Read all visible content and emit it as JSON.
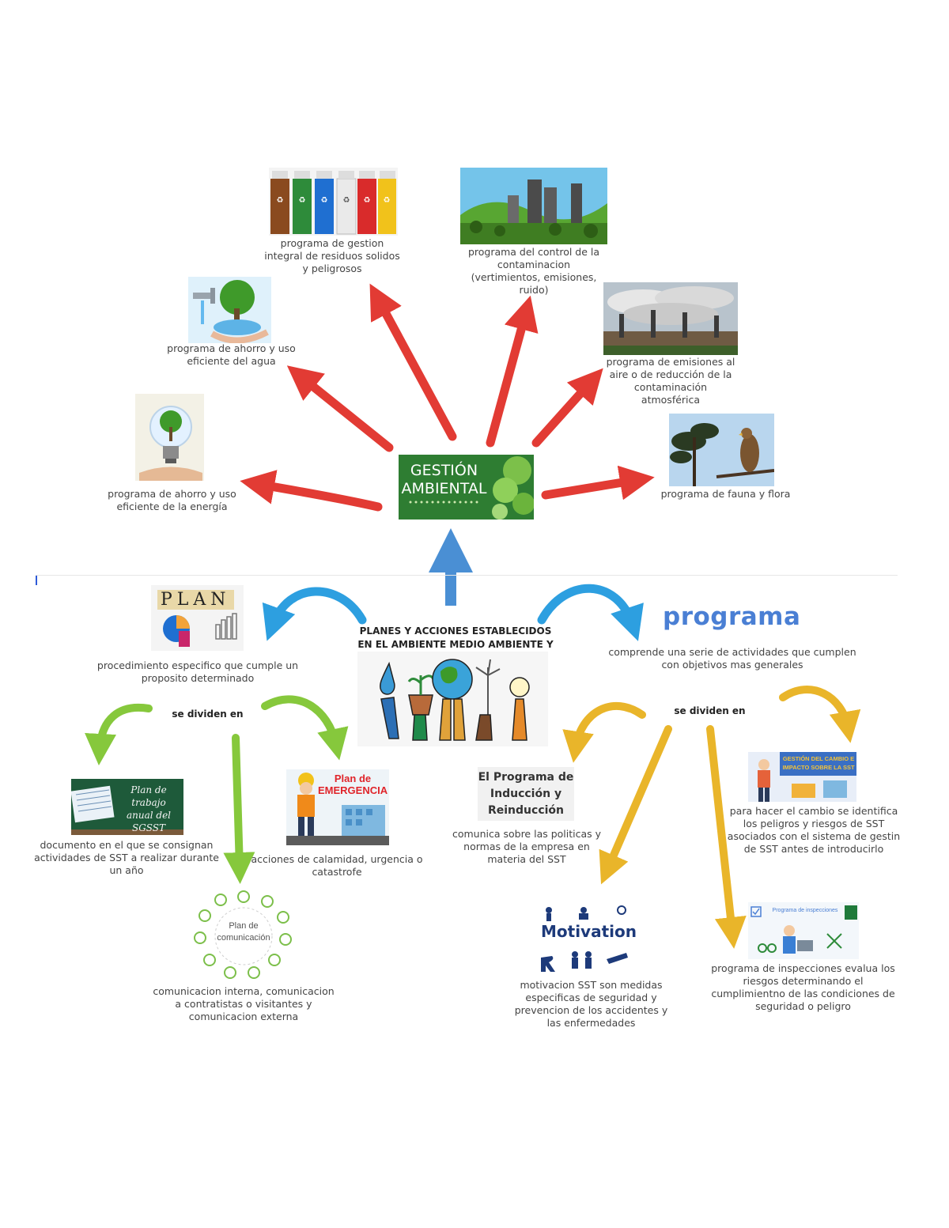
{
  "center_title": "GESTIÓN AMBIENTAL",
  "main_title": "PLANES Y ACCIONES ESTABLECIDOS EN EL AMBIENTE MEDIO AMBIENTE Y SST",
  "top_programs": {
    "residuos": "programa de gestion integral de residuos solidos y peligrosos",
    "contaminacion": "programa del control de la contaminacion (vertimientos, emisiones, ruido)",
    "agua": "programa de ahorro y uso eficiente del agua",
    "emisiones": "programa de emisiones al aire o de reducción de la contaminación atmosférica",
    "energia": "programa de ahorro y uso eficiente de la energía",
    "fauna": "programa de fauna y flora"
  },
  "plan": {
    "image_text": "PLAN",
    "description": "procedimiento especifico que cumple un proposito determinado",
    "divide_label": "se dividen en",
    "trabajo_image_text": "Plan de trabajo anual del SGSST",
    "trabajo": "documento en el que se consignan actividades de SST a realizar durante un año",
    "emergencia_image_text": "Plan de EMERGENCIA",
    "emergencia": "acciones de calamidad, urgencia o catastrofe",
    "comunicacion_image_text": "Plan de comunicación",
    "comunicacion": "comunicacion interna, comunicacion a contratistas o visitantes y comunicacion externa"
  },
  "programa": {
    "title": "programa",
    "description": "comprende una serie de actividades que cumplen con objetivos mas generales",
    "divide_label": "se dividen en",
    "induccion_title": "El Programa de Inducción y Reinducción",
    "induccion": "comunica sobre las politicas y normas de la empresa en materia del SST",
    "cambio_image_text": "GESTIÓN DEL CAMBIO E IMPACTO SOBRE LA SST",
    "cambio": "para hacer el cambio se identifica los peligros y riesgos de SST asociados con el sistema de gestin de SST antes de introducirlo",
    "motivation_image_text": "Motivation",
    "motivacion": "motivacion SST son medidas especificas de seguridad y prevencion de los accidentes y las enfermedades",
    "inspecciones_image_text": "Programa de inspecciones",
    "inspecciones": "programa de inspecciones evalua los riesgos determinando el cumplimientno de las condiciones de seguridad o peligro"
  },
  "colors": {
    "red_arrow": "#e23b34",
    "blue_arrow": "#2d9fe0",
    "up_arrow": "#4a8fd4",
    "green_arrow": "#86c83c",
    "yellow_arrow": "#e9b52a",
    "gestion_green": "#2e7d32"
  }
}
